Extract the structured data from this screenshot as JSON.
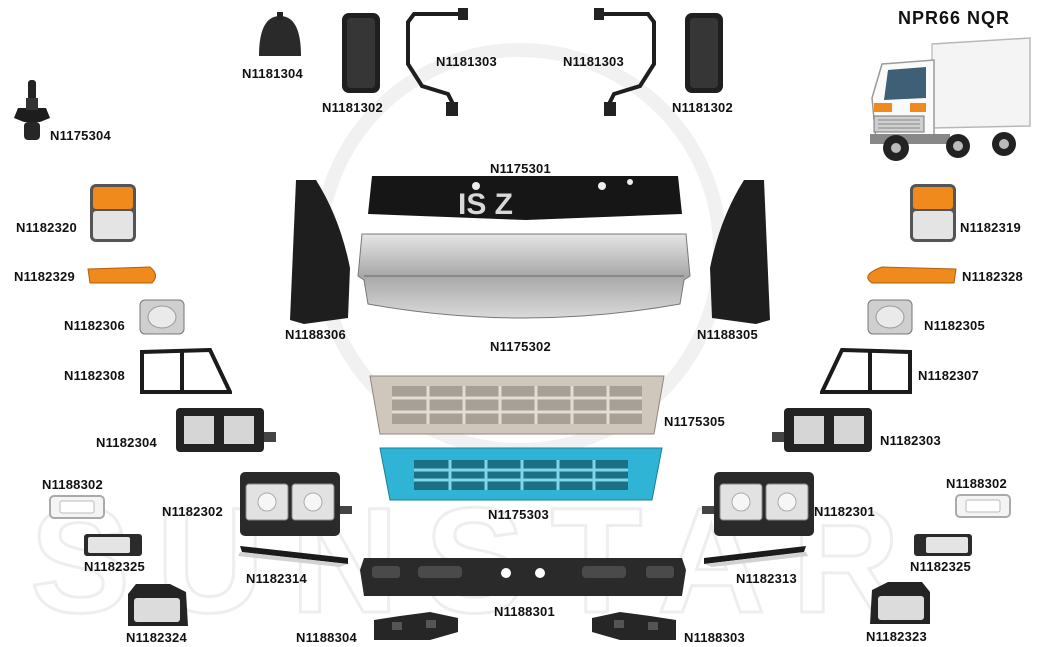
{
  "model_title": "NPR66  NQR",
  "watermark": "SUNSTAR",
  "colors": {
    "background": "#ffffff",
    "label": "#111111",
    "grille_blue": "#2fb4d6",
    "grille_beige": "#cfc7bb",
    "amber": "#f08a1c",
    "black_part": "#1c1c1c",
    "chrome": "#b9b9b9",
    "watermark": "#efefef"
  },
  "labels": {
    "N1181304": "N1181304",
    "N1181302_l": "N1181302",
    "N1181303_l": "N1181303",
    "N1181303_r": "N1181303",
    "N1181302_r": "N1181302",
    "N1175304": "N1175304",
    "N1175301": "N1175301",
    "N1182320": "N1182320",
    "N1182319": "N1182319",
    "N1182329": "N1182329",
    "N1182328": "N1182328",
    "N1182306": "N1182306",
    "N1182305": "N1182305",
    "N1188306": "N1188306",
    "N1188305": "N1188305",
    "N1175302": "N1175302",
    "N1182308": "N1182308",
    "N1182307": "N1182307",
    "N1175305": "N1175305",
    "N1182304": "N1182304",
    "N1182303": "N1182303",
    "N1188302_l": "N1188302",
    "N1188302_r": "N1188302",
    "N1182302": "N1182302",
    "N1182301": "N1182301",
    "N1175303": "N1175303",
    "N1182325_l": "N1182325",
    "N1182325_r": "N1182325",
    "N1182314": "N1182314",
    "N1182313": "N1182313",
    "N1188301": "N1188301",
    "N1182324": "N1182324",
    "N1182323": "N1182323",
    "N1188304": "N1188304",
    "N1188303": "N1188303"
  },
  "panel_text": "IS Z"
}
